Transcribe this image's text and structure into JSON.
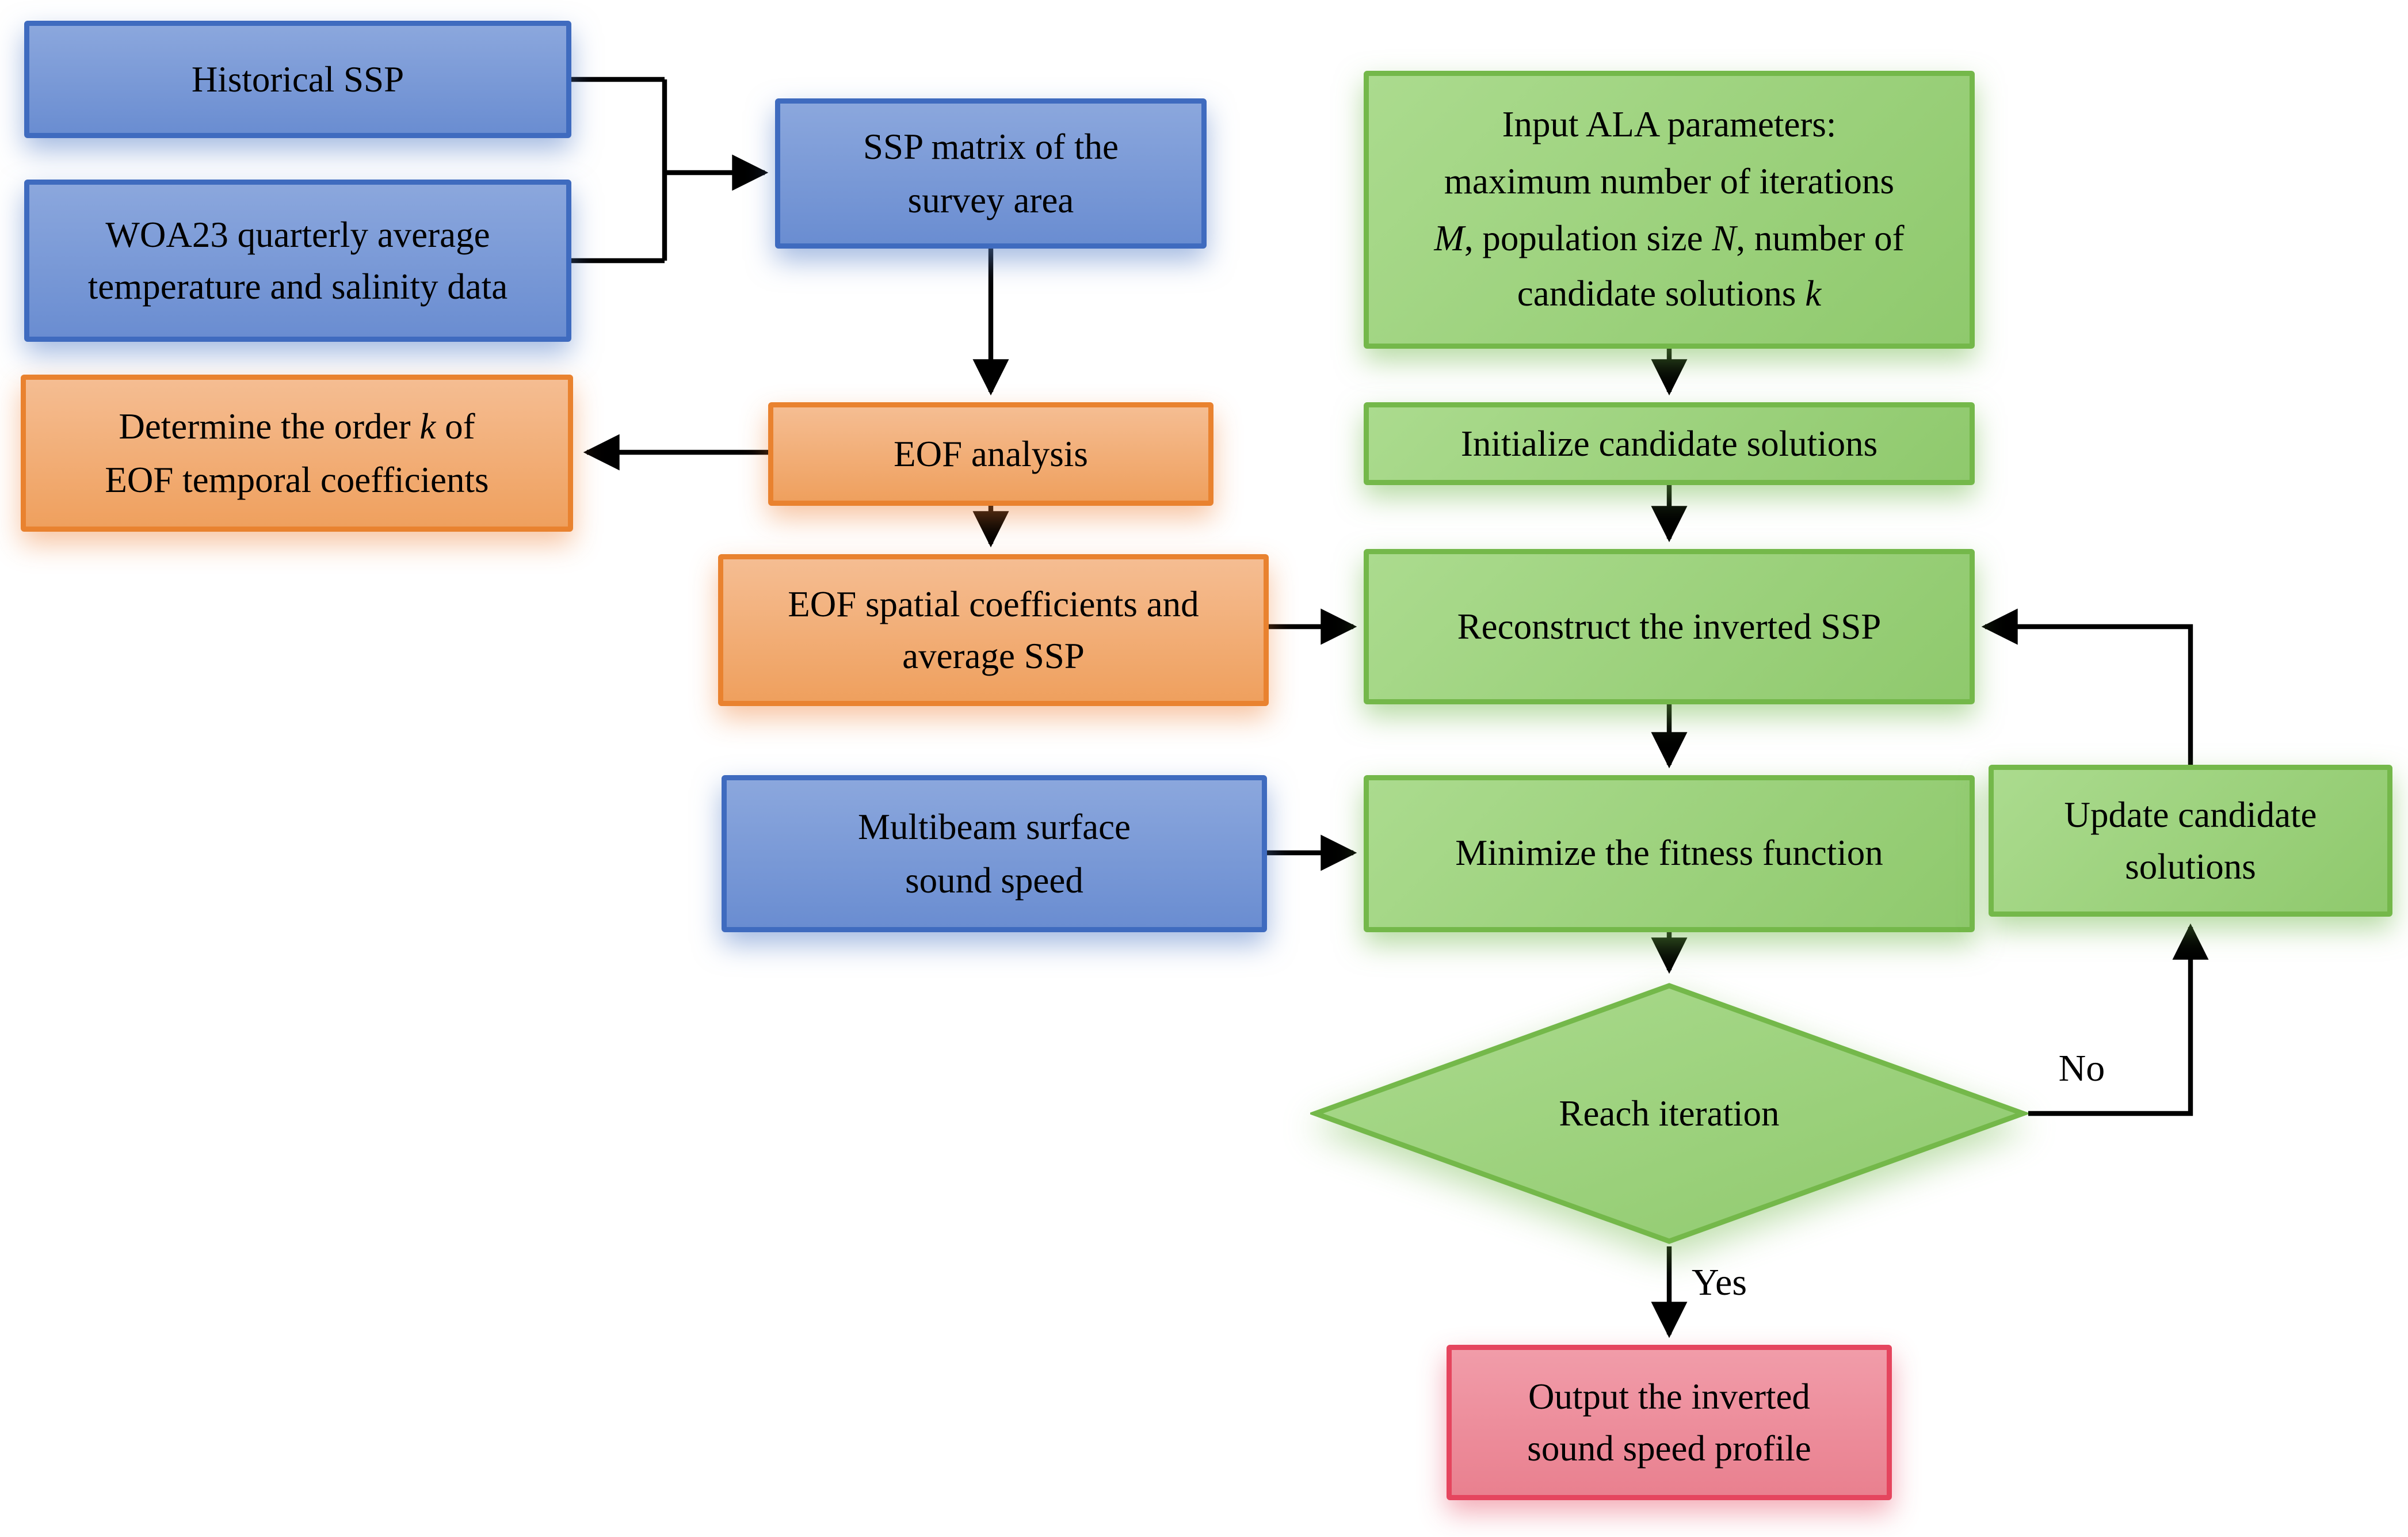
{
  "colors": {
    "blue_fill_top": "#8ba7dd",
    "blue_fill_bottom": "#6a8dd1",
    "blue_border": "#3f6bbf",
    "orange_fill_top": "#f5bd92",
    "orange_fill_bottom": "#efa05e",
    "orange_border": "#e9822f",
    "green_fill_top": "#abdb8e",
    "green_fill_bottom": "#8fc96d",
    "green_border": "#74b84a",
    "red_fill_top": "#f19ca9",
    "red_fill_bottom": "#e9808f",
    "red_border": "#e5455e",
    "line_color": "#000000"
  },
  "nodes": {
    "historical": {
      "label": "Historical SSP"
    },
    "woa23": {
      "line1": "WOA23 quarterly average",
      "line2": "temperature and salinity data"
    },
    "determine": {
      "line1a": "Determine the order ",
      "k": "k",
      "line1b": " of",
      "line2": "EOF temporal coefficients"
    },
    "ssp_matrix": {
      "line1": "SSP matrix of the",
      "line2": "survey area"
    },
    "eof_analysis": {
      "label": "EOF analysis"
    },
    "eof_spatial": {
      "line1": "EOF spatial coefficients and",
      "line2": "average SSP"
    },
    "multibeam": {
      "line1": "Multibeam surface",
      "line2": "sound speed"
    },
    "input_ala": {
      "line1": "Input ALA parameters:",
      "line2": "maximum number of iterations",
      "m": "M",
      "line3a": ", population size ",
      "n": "N",
      "line3b": ", number of",
      "line4a": "candidate solutions ",
      "k": "k"
    },
    "initialize": {
      "label": "Initialize candidate solutions"
    },
    "reconstruct": {
      "label": "Reconstruct the inverted SSP"
    },
    "minimize": {
      "label": "Minimize the fitness function"
    },
    "decision": {
      "label": "Reach iteration"
    },
    "update": {
      "line1": "Update candidate",
      "line2": "solutions"
    },
    "output": {
      "line1": "Output the inverted",
      "line2": "sound speed profile"
    }
  },
  "edge_labels": {
    "yes": "Yes",
    "no": "No"
  }
}
